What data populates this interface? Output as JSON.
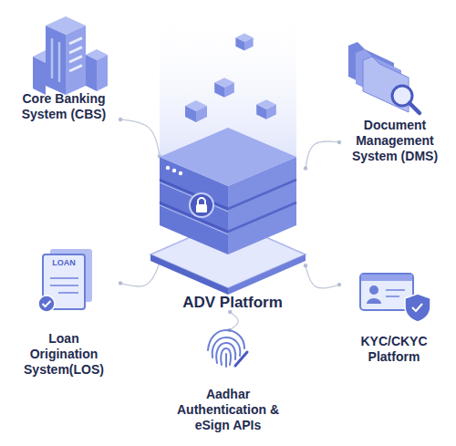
{
  "diagram": {
    "nodes": [
      {
        "text": [
          "Core Banking System (CBS)"
        ]
      },
      {
        "text": [
          "Document Management System (DMS)"
        ]
      },
      {
        "text": [
          "ADV Platform"
        ]
      },
      {
        "text": [
          "Loan Origination System(LOS)"
        ]
      },
      {
        "text": [
          "KYC/CKYC Platform"
        ]
      },
      {
        "text": [
          "Aadhar Authentication & eSign APIs"
        ]
      }
    ],
    "edges": [
      {
        "from": 0,
        "to": 2,
        "arrow": "none"
      },
      {
        "from": 1,
        "to": 2,
        "arrow": "none"
      },
      {
        "from": 3,
        "to": 2,
        "arrow": "none"
      },
      {
        "from": 4,
        "to": 2,
        "arrow": "none"
      },
      {
        "from": 5,
        "to": 2,
        "arrow": "none"
      }
    ],
    "labels": [
      "LOAN"
    ]
  }
}
